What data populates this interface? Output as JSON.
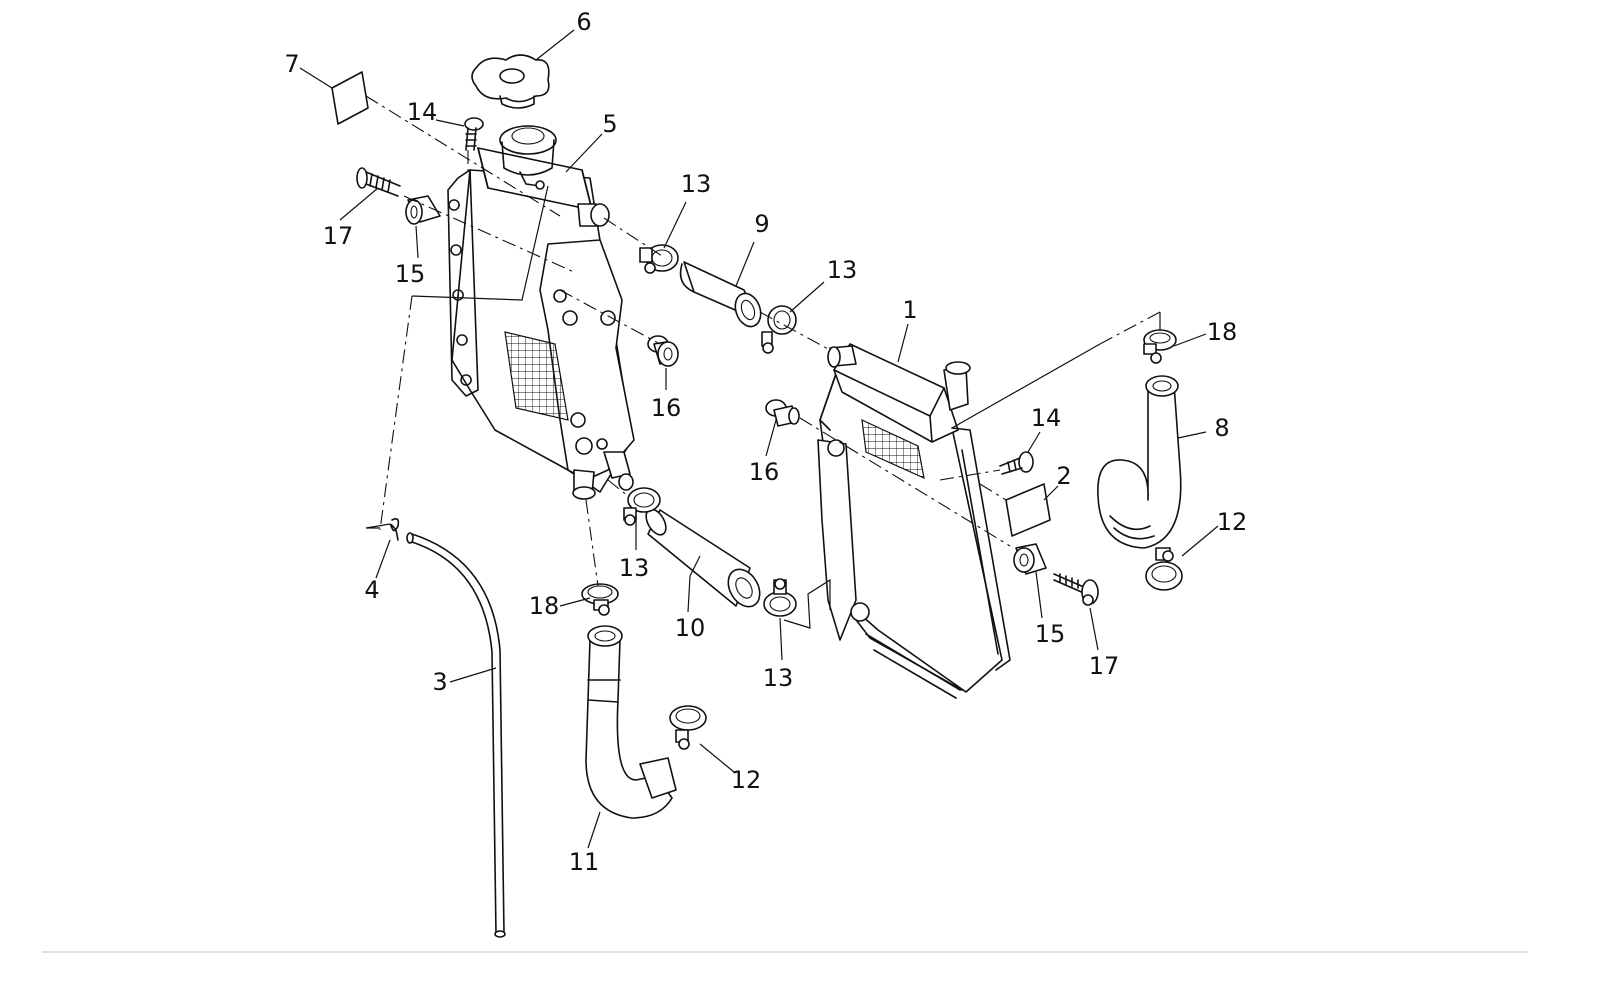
{
  "diagram": {
    "labels": [
      "1",
      "2",
      "3",
      "4",
      "5",
      "6",
      "7",
      "8",
      "9",
      "10",
      "11",
      "12",
      "12",
      "13",
      "13",
      "13",
      "13",
      "14",
      "14",
      "15",
      "15",
      "16",
      "16",
      "17",
      "17",
      "18",
      "18"
    ]
  }
}
